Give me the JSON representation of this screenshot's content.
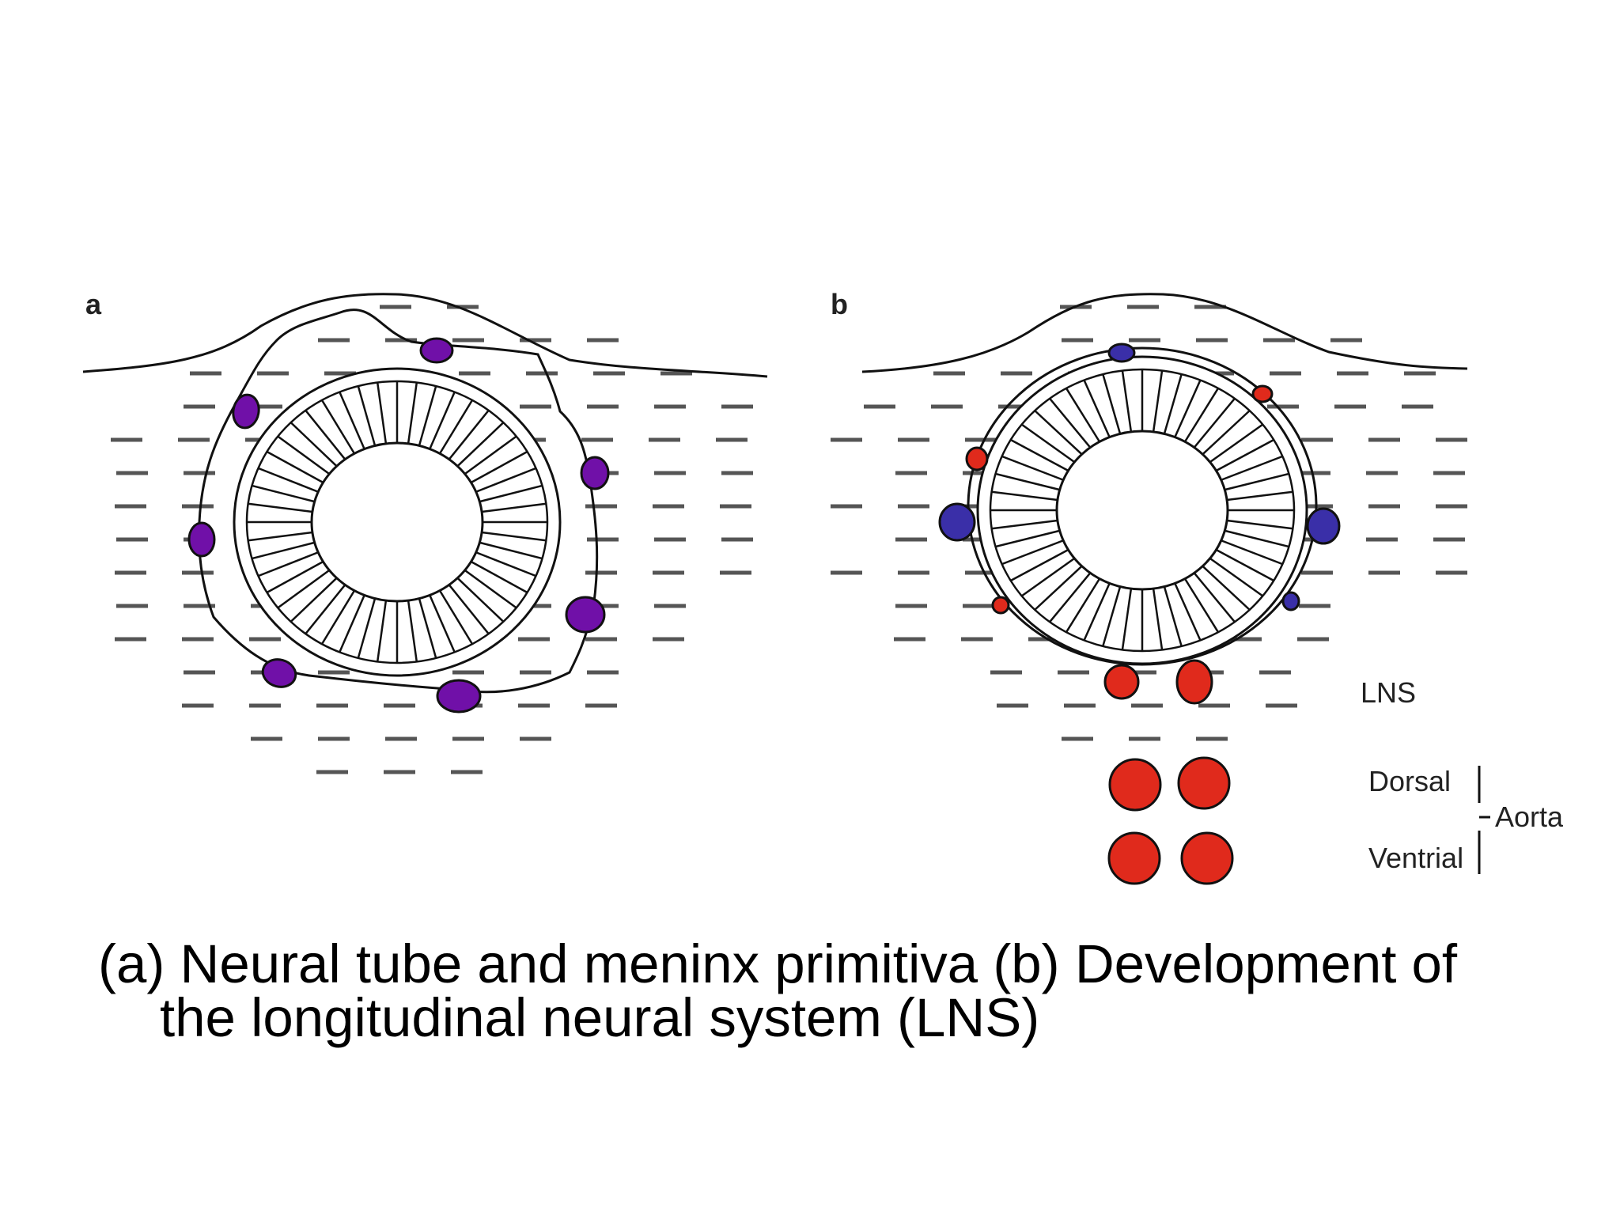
{
  "panels": [
    {
      "letter": "a"
    },
    {
      "letter": "b"
    }
  ],
  "labels": {
    "lns": "LNS",
    "dorsal": "Dorsal",
    "ventral": "Ventrial",
    "aorta": "Aorta"
  },
  "caption": {
    "line1": "(a) Neural tube and meninx primitiva (b) Development of",
    "line2": "the longitudinal neural system (LNS)"
  },
  "colors": {
    "purple_cells": "#7010A8",
    "blue_cells": "#3A2FA8",
    "red_cells": "#E02A1C",
    "dashes": "#555555",
    "outline": "#111111"
  }
}
